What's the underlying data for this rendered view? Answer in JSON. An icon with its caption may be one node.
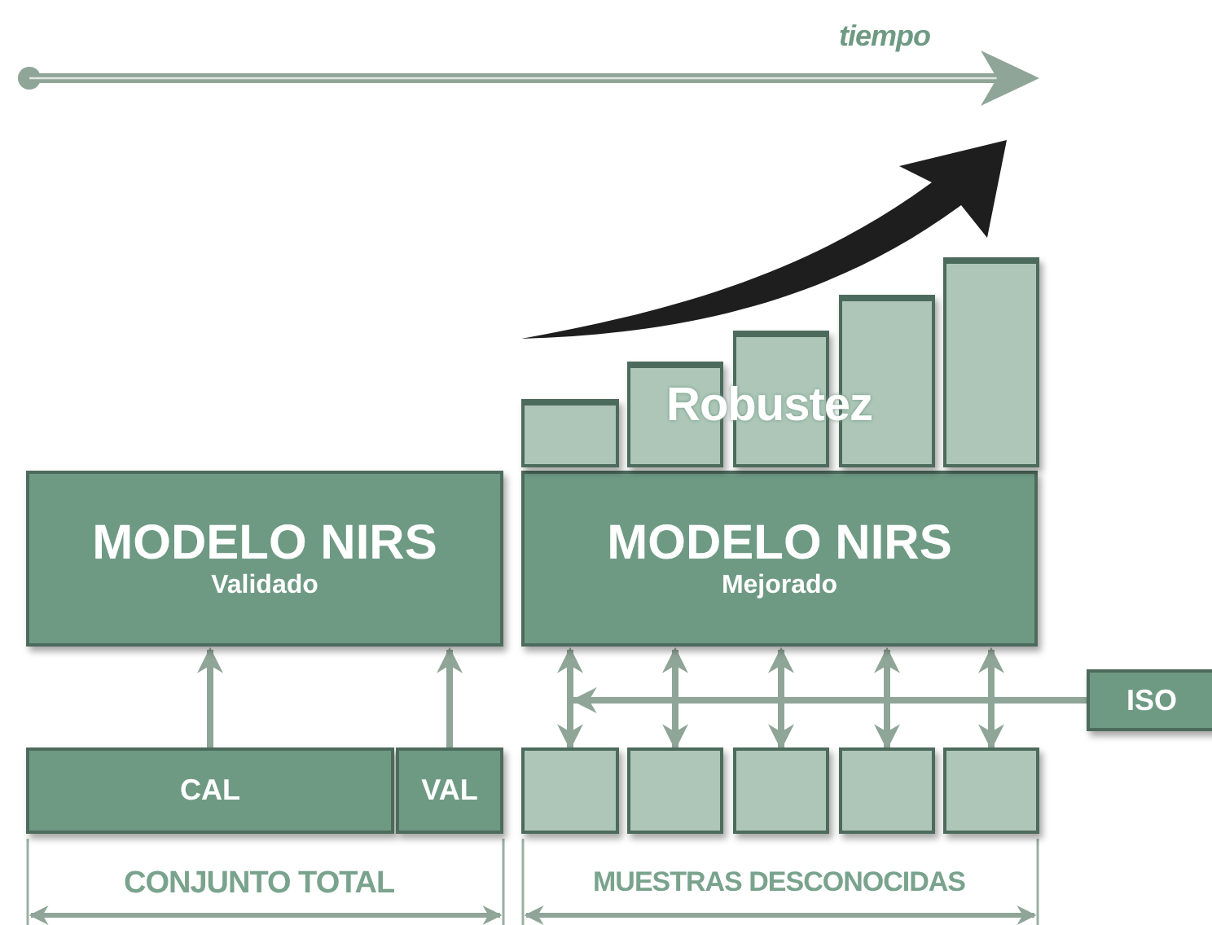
{
  "diagram": {
    "nodes": [
      {
        "text": [
          "MODELO NIRS",
          "Validado"
        ]
      },
      {
        "text": [
          "MODELO NIRS",
          "Mejorado"
        ]
      },
      {
        "text": [
          "CAL"
        ]
      },
      {
        "text": [
          "VAL"
        ]
      },
      {
        "text": [
          "ISO"
        ]
      },
      {
        "text": [],
        "shape": "box"
      },
      {
        "text": [],
        "shape": "box"
      },
      {
        "text": [],
        "shape": "box"
      },
      {
        "text": [],
        "shape": "box"
      },
      {
        "text": [],
        "shape": "box"
      },
      {
        "text": [],
        "shape": "bar"
      },
      {
        "text": [],
        "shape": "bar"
      },
      {
        "text": [],
        "shape": "bar"
      },
      {
        "text": [],
        "shape": "bar"
      },
      {
        "text": [],
        "shape": "bar"
      }
    ],
    "edges": [
      {
        "from": 2,
        "to": 0,
        "arrow": "to"
      },
      {
        "from": 3,
        "to": 0,
        "arrow": "to"
      },
      {
        "from": 1,
        "to": 5,
        "arrow": "both"
      },
      {
        "from": 1,
        "to": 6,
        "arrow": "both"
      },
      {
        "from": 1,
        "to": 7,
        "arrow": "both"
      },
      {
        "from": 1,
        "to": 8,
        "arrow": "both"
      },
      {
        "from": 1,
        "to": 9,
        "arrow": "both"
      },
      {
        "from": 4,
        "to": 5,
        "arrow": "to"
      }
    ],
    "labels": [
      "tiempo",
      "Robustez",
      "CONJUNTO TOTAL",
      "MUESTRAS DESCONOCIDAS"
    ]
  }
}
